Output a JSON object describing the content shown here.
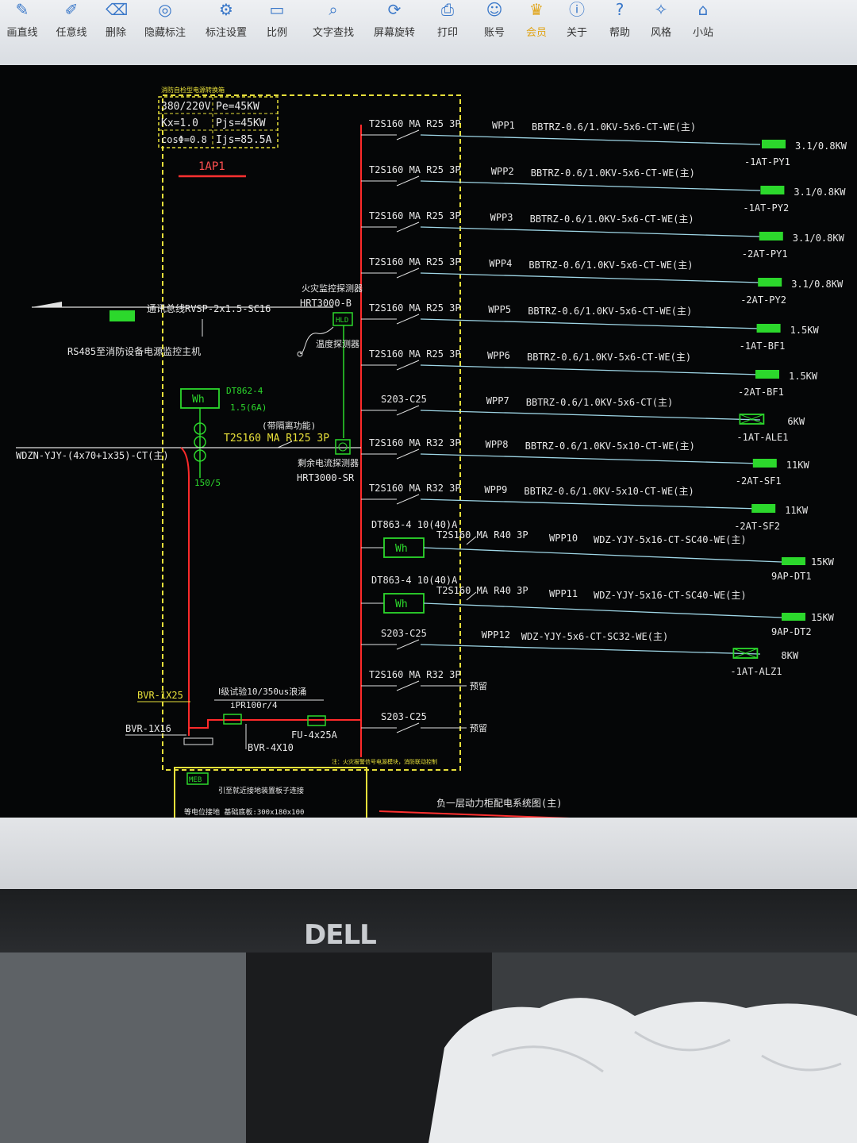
{
  "toolbar": {
    "items": [
      {
        "label": "画直线",
        "icon": "line-icon"
      },
      {
        "label": "任意线",
        "icon": "pen-icon"
      },
      {
        "label": "删除",
        "icon": "eraser-icon"
      },
      {
        "label": "隐藏标注",
        "icon": "hide-icon"
      },
      {
        "label": "标注设置",
        "icon": "settings-icon"
      },
      {
        "label": "比例",
        "icon": "ruler-icon"
      },
      {
        "label": "文字查找",
        "icon": "search-icon"
      },
      {
        "label": "屏幕旋转",
        "icon": "rotate-icon"
      },
      {
        "label": "打印",
        "icon": "printer-icon"
      },
      {
        "label": "账号",
        "icon": "user-icon"
      },
      {
        "label": "会员",
        "icon": "vip-icon"
      },
      {
        "label": "关于",
        "icon": "info-icon"
      },
      {
        "label": "帮助",
        "icon": "help-icon"
      },
      {
        "label": "风格",
        "icon": "palette-icon"
      },
      {
        "label": "小站",
        "icon": "station-icon"
      }
    ]
  },
  "drawing": {
    "top_note": "消防自检型电源转换箱",
    "params": {
      "v": "380/220V",
      "pe": "Pe=45KW",
      "kx": "Kx=1.0",
      "pjs": "Pjs=45KW",
      "cos": "cosΦ=0.8",
      "ijs": "Ijs=85.5A"
    },
    "panel_name": "1AP1",
    "comm_line": "通讯总线RVSP-2x1.5-SC16",
    "rs485": "RS485至消防设备电源监控主机",
    "fire_detector_title": "火灾监控探测器",
    "fire_detector_model": "HRT3000-B",
    "hld": "HLD",
    "temp_detector": "温度探测器",
    "meter_main": {
      "wh": "Wh",
      "model": "DT862-4",
      "rating": "1.5(6A)"
    },
    "ct_ratio": "150/5",
    "main_breaker_note": "(带隔离功能)",
    "main_breaker": "T2S160 MA R125 3P",
    "residual_detector_title": "剩余电流探测器",
    "residual_detector_model": "HRT3000-SR",
    "incoming_cable": "WDZN-YJY-(4x70+1x35)-CT(主)",
    "spd_title": "Ⅰ级试验10/350us浪涌",
    "spd_model": "iPR100r/4",
    "fuse": "FU-4x25A",
    "bvr_main": "BVR-1X25",
    "bvr_16": "BVR-1X16",
    "bvr_4": "BVR-4X10",
    "meb": "MEB",
    "meb_note": "引至就近接地装置板子连接",
    "meb_note2": "等电位接地 基础底板:300x180x100",
    "bottom_note": "注：火灾报警信号电源模块，消防联动控制",
    "title": "负一层动力柜配电系统图(主)",
    "circuits": [
      {
        "breaker": "T2S160 MA R25 3P",
        "id": "WPP1",
        "cable": "BBTRZ-0.6/1.0KV-5x6-CT-WE(主)",
        "load": "3.1/0.8KW",
        "dest": "-1AT-PY1"
      },
      {
        "breaker": "T2S160 MA R25 3P",
        "id": "WPP2",
        "cable": "BBTRZ-0.6/1.0KV-5x6-CT-WE(主)",
        "load": "3.1/0.8KW",
        "dest": "-1AT-PY2"
      },
      {
        "breaker": "T2S160 MA R25 3P",
        "id": "WPP3",
        "cable": "BBTRZ-0.6/1.0KV-5x6-CT-WE(主)",
        "load": "3.1/0.8KW",
        "dest": "-2AT-PY1"
      },
      {
        "breaker": "T2S160 MA R25 3P",
        "id": "WPP4",
        "cable": "BBTRZ-0.6/1.0KV-5x6-CT-WE(主)",
        "load": "3.1/0.8KW",
        "dest": "-2AT-PY2"
      },
      {
        "breaker": "T2S160 MA R25 3P",
        "id": "WPP5",
        "cable": "BBTRZ-0.6/1.0KV-5x6-CT-WE(主)",
        "load": "1.5KW",
        "dest": "-1AT-BF1"
      },
      {
        "breaker": "T2S160 MA R25 3P",
        "id": "WPP6",
        "cable": "BBTRZ-0.6/1.0KV-5x6-CT-WE(主)",
        "load": "1.5KW",
        "dest": "-2AT-BF1"
      },
      {
        "breaker": "S203-C25",
        "id": "WPP7",
        "cable": "BBTRZ-0.6/1.0KV-5x6-CT(主)",
        "load": "6KW",
        "dest": "-1AT-ALE1"
      },
      {
        "breaker": "T2S160 MA R32 3P",
        "id": "WPP8",
        "cable": "BBTRZ-0.6/1.0KV-5x10-CT-WE(主)",
        "load": "11KW",
        "dest": "-2AT-SF1"
      },
      {
        "breaker": "T2S160 MA R32 3P",
        "id": "WPP9",
        "cable": "BBTRZ-0.6/1.0KV-5x10-CT-WE(主)",
        "load": "11KW",
        "dest": "-2AT-SF2"
      },
      {
        "meter": "DT863-4 10(40)A",
        "breaker": "T2S160 MA R40 3P",
        "id": "WPP10",
        "cable": "WDZ-YJY-5x16-CT-SC40-WE(主)",
        "load": "15KW",
        "dest": "9AP-DT1"
      },
      {
        "meter": "DT863-4 10(40)A",
        "breaker": "T2S160 MA R40 3P",
        "id": "WPP11",
        "cable": "WDZ-YJY-5x16-CT-SC40-WE(主)",
        "load": "15KW",
        "dest": "9AP-DT2"
      },
      {
        "breaker": "S203-C25",
        "id": "WPP12",
        "cable": "WDZ-YJY-5x6-CT-SC32-WE(主)",
        "load": "8KW",
        "dest": "-1AT-ALZ1"
      },
      {
        "breaker": "T2S160 MA R32 3P",
        "spare": "预留"
      },
      {
        "breaker": "S203-C25",
        "spare": "预留"
      }
    ]
  },
  "bezel_brand": "DELL"
}
